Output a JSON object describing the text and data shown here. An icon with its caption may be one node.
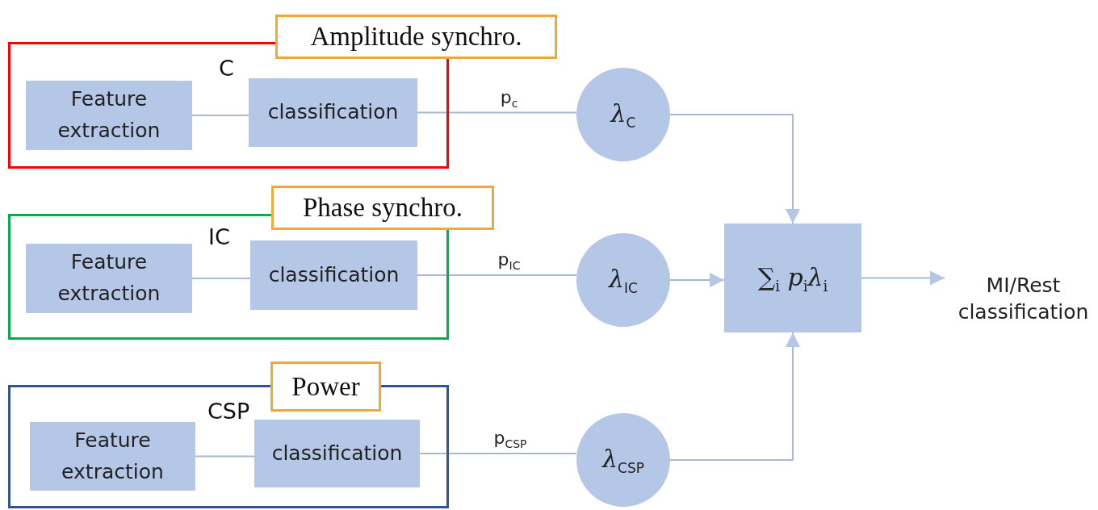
{
  "diagram": {
    "nodes": [
      {
        "text": [
          "C"
        ]
      },
      {
        "text": [
          "Feature extraction"
        ],
        "in": 0
      },
      {
        "text": [
          "classification"
        ],
        "in": 0
      },
      {
        "text": [
          "Amplitude synchro."
        ]
      },
      {
        "text": [
          "IC"
        ]
      },
      {
        "text": [
          "Feature extraction"
        ],
        "in": 4
      },
      {
        "text": [
          "classification"
        ],
        "in": 4
      },
      {
        "text": [
          "Phase synchro."
        ]
      },
      {
        "text": [
          "CSP"
        ]
      },
      {
        "text": [
          "Feature extraction"
        ],
        "in": 8
      },
      {
        "text": [
          "classification"
        ],
        "in": 8
      },
      {
        "text": [
          "Power"
        ]
      },
      {
        "text": [
          "*λ*$_{C}$"
        ]
      },
      {
        "text": [
          "*λ*$_{IC}$"
        ]
      },
      {
        "text": [
          "*λ*$_{CSP}$"
        ]
      },
      {
        "text": [
          "∑$_{i}$ *p*$_{i}$*λ*$_{i}$"
        ]
      },
      {
        "text": [
          "MI/Rest classification"
        ]
      }
    ],
    "edges": [
      {
        "from": 1,
        "to": 2,
        "arrow": "none"
      },
      {
        "from": 5,
        "to": 6,
        "arrow": "none"
      },
      {
        "from": 9,
        "to": 10,
        "arrow": "none"
      },
      {
        "from": 2,
        "to": 12,
        "arrow": "none",
        "label": "p$_{c}$"
      },
      {
        "from": 6,
        "to": 13,
        "arrow": "none",
        "label": "p$_{IC}$"
      },
      {
        "from": 10,
        "to": 14,
        "arrow": "none",
        "label": "p$_{CSP}$"
      },
      {
        "from": 12,
        "to": 15,
        "arrow": "to"
      },
      {
        "from": 13,
        "to": 15,
        "arrow": "to"
      },
      {
        "from": 14,
        "to": 15,
        "arrow": "to"
      },
      {
        "from": 15,
        "to": 16,
        "arrow": "to"
      }
    ]
  }
}
